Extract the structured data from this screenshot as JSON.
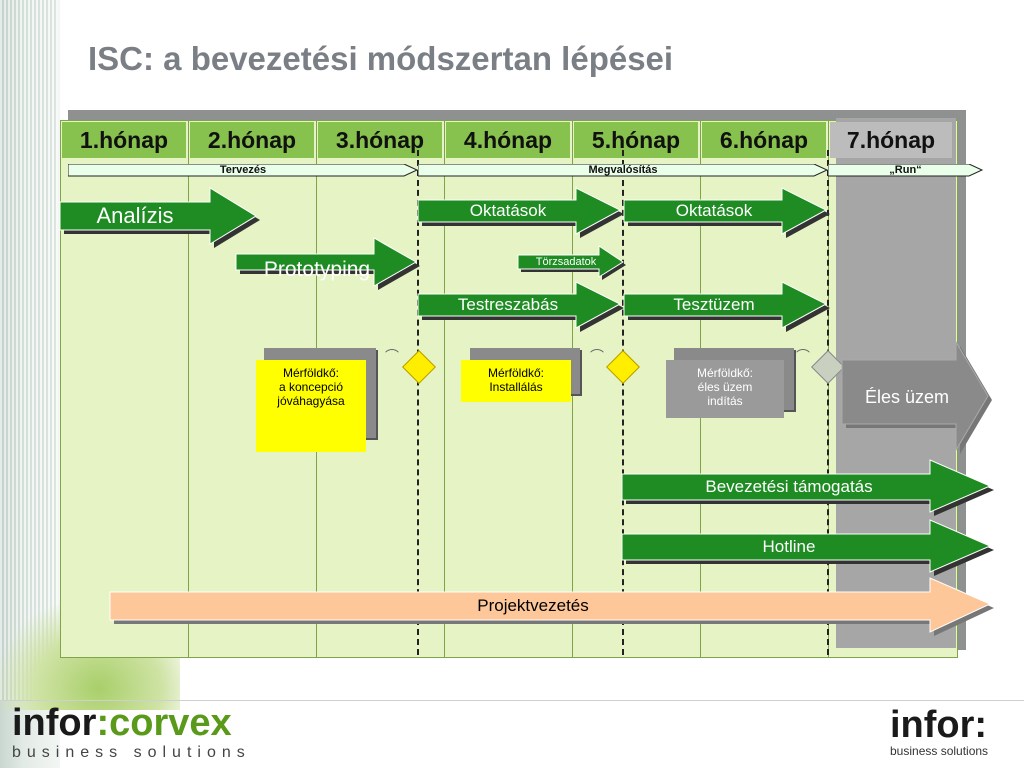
{
  "title": "ISC: a bevezetési módszertan lépései",
  "months": [
    "1.hónap",
    "2.hónap",
    "3.hónap",
    "4.hónap",
    "5.hónap",
    "6.hónap",
    "7.hónap"
  ],
  "phases": {
    "planning": "Tervezés",
    "implementation": "Megvalósítás",
    "run": "„Run“"
  },
  "tasks": {
    "analysis": "Analízis",
    "prototyping": "Prototyping",
    "trainings_1": "Oktatások",
    "trainings_2": "Oktatások",
    "master_data": "Törzsadatok",
    "customization": "Testreszabás",
    "test_run": "Tesztüzem",
    "live": "Éles üzem",
    "support": "Bevezetési támogatás",
    "hotline": "Hotline",
    "project_management": "Projektvezetés"
  },
  "milestones": {
    "m1": {
      "line1": "Mérföldkő:",
      "line2": "a koncepció",
      "line3": "jóváhagyása"
    },
    "m2": {
      "line1": "Mérföldkő:",
      "line2": "Installálás"
    },
    "m3": {
      "line1": "Mérföldkő:",
      "line2": "éles üzem",
      "line3": "indítás"
    }
  },
  "logos": {
    "left_part1": "infor",
    "left_colon": ":",
    "left_part2": "corvex",
    "left_tagline": "business solutions",
    "right_name": "infor:",
    "right_tagline": "business solutions"
  },
  "colors": {
    "arrow_green": "#1e8c22",
    "month_green": "#86c24d",
    "grid_bg": "#e6f3c4",
    "milestone_yellow": "#ffff00",
    "pm_arrow": "#fdc79a"
  }
}
